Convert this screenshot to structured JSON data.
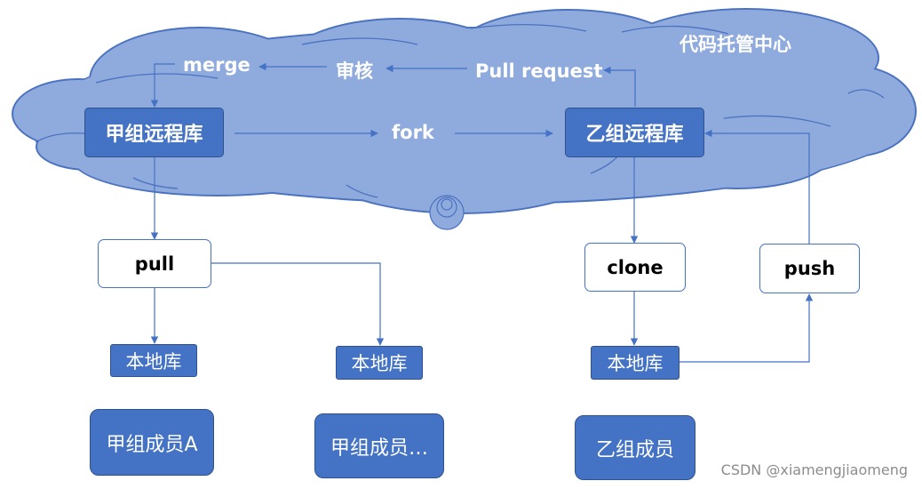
{
  "cloud": {
    "title": "代码托管中心"
  },
  "repos": {
    "group_a": "甲组远程库",
    "group_b": "乙组远程库"
  },
  "arrows": {
    "merge": "merge",
    "review": "审核",
    "pull_request": "Pull request",
    "fork": "fork"
  },
  "operations": {
    "pull": "pull",
    "clone": "clone",
    "push": "push"
  },
  "local_repos": {
    "a1": "本地库",
    "a2": "本地库",
    "b": "本地库"
  },
  "members": {
    "a1": "甲组成员A",
    "a2": "甲组成员…",
    "b": "乙组成员"
  },
  "watermark": "CSDN @xiamengjiaomeng",
  "colors": {
    "cloud_fill": "#8faadc",
    "cloud_stroke": "#4a72c0",
    "box_fill": "#4472c4",
    "arrow": "#4472c4"
  }
}
